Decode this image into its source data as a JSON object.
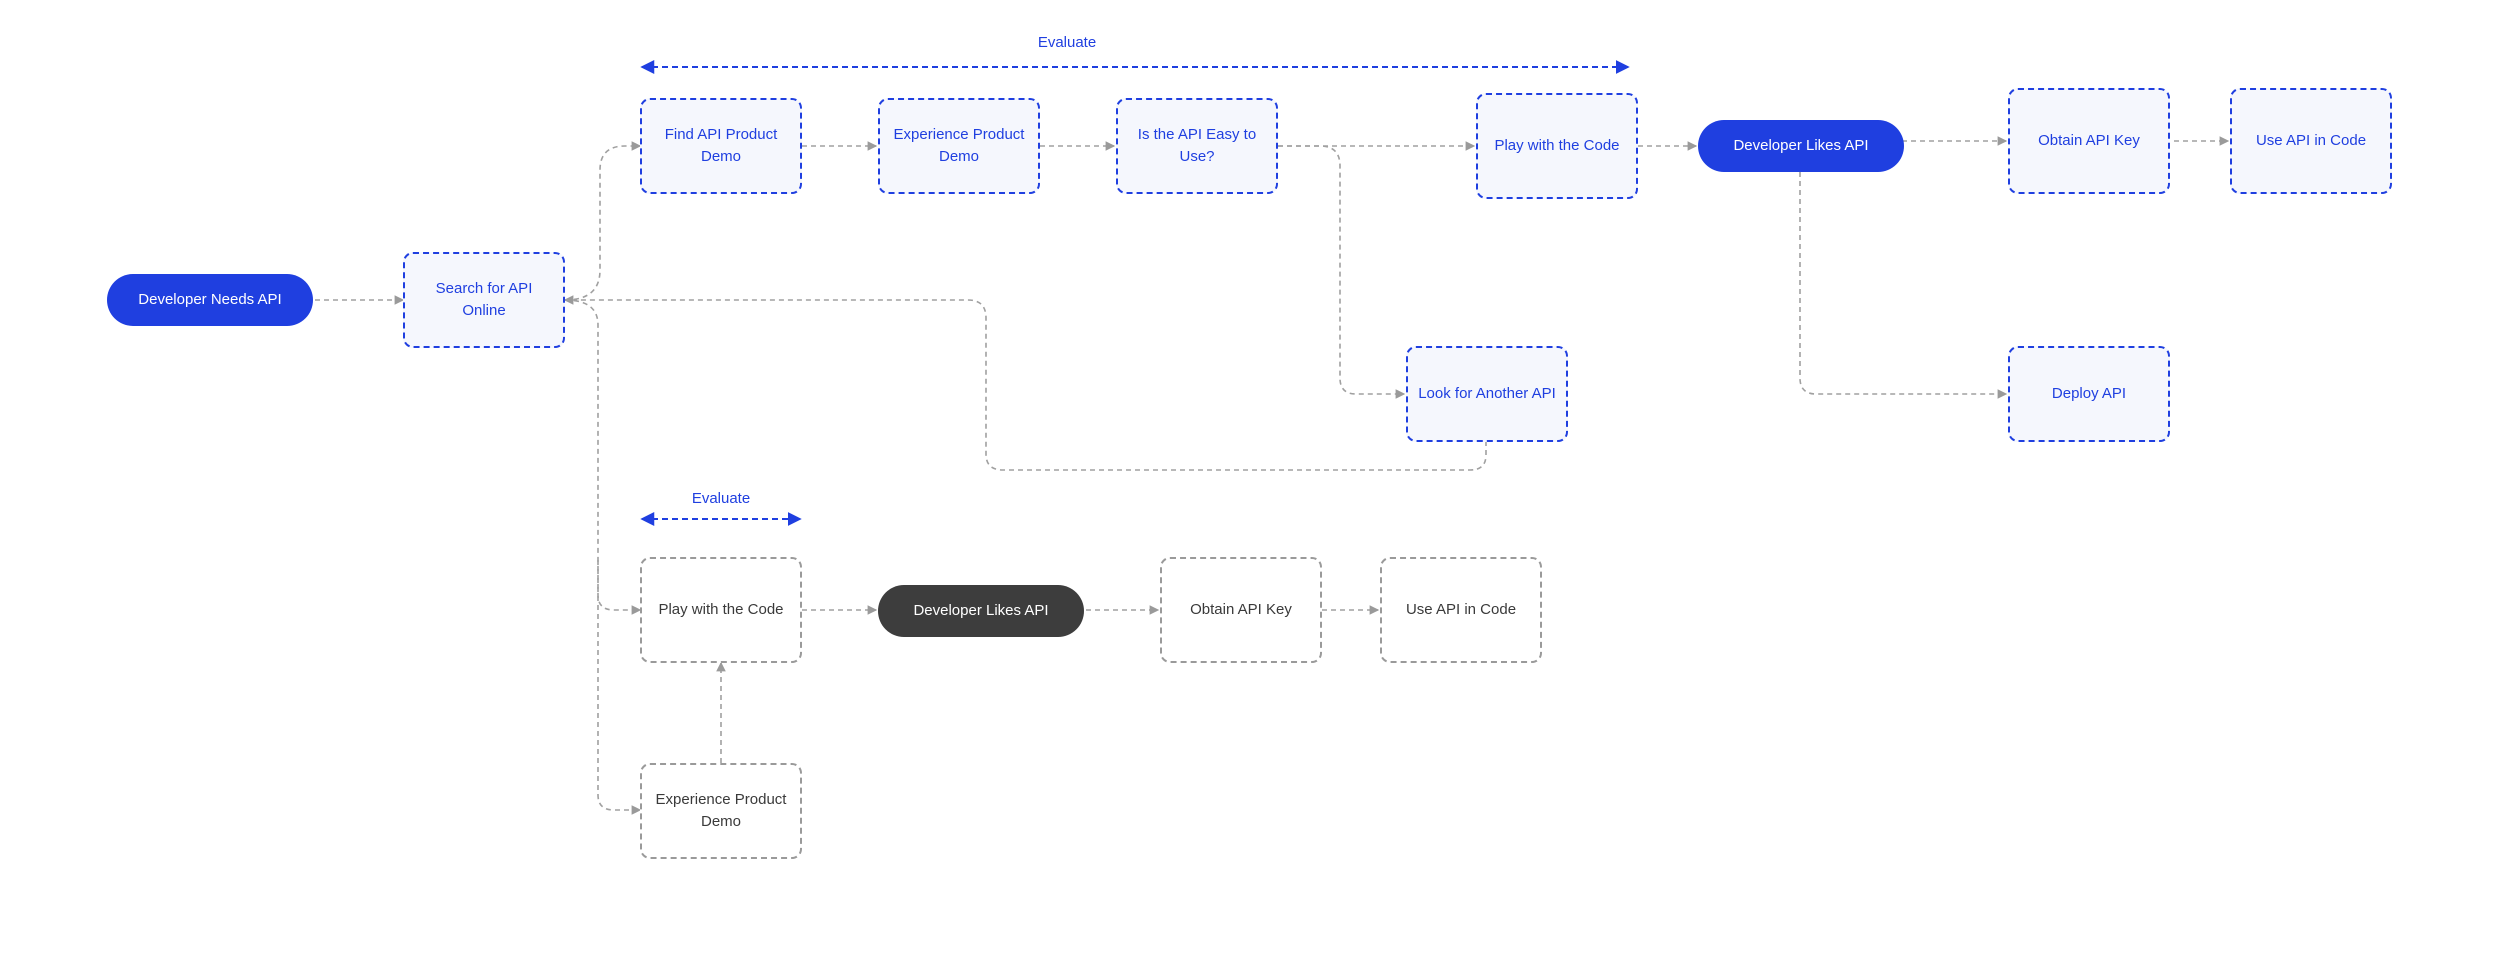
{
  "nodes": {
    "dev_needs_api": "Developer Needs API",
    "search_online": "Search for API Online",
    "find_demo": "Find API Product Demo",
    "experience_demo_top": "Experience Product Demo",
    "easy_to_use": "Is the API Easy to Use?",
    "play_code_top": "Play with the Code",
    "dev_likes_top": "Developer Likes API",
    "obtain_key_top": "Obtain API Key",
    "use_code_top": "Use API in Code",
    "deploy_api": "Deploy API",
    "look_another": "Look for Another API",
    "play_code_bottom": "Play with the Code",
    "dev_likes_bottom": "Developer Likes API",
    "obtain_key_bottom": "Obtain API Key",
    "use_code_bottom": "Use API in Code",
    "experience_demo_bottom": "Experience Product Demo"
  },
  "labels": {
    "evaluate_top": "Evaluate",
    "evaluate_bottom": "Evaluate"
  },
  "colors": {
    "accent_blue": "#1f3fe0",
    "dark_pill": "#3d3d3d",
    "connector_gray": "#a0a0a0"
  }
}
